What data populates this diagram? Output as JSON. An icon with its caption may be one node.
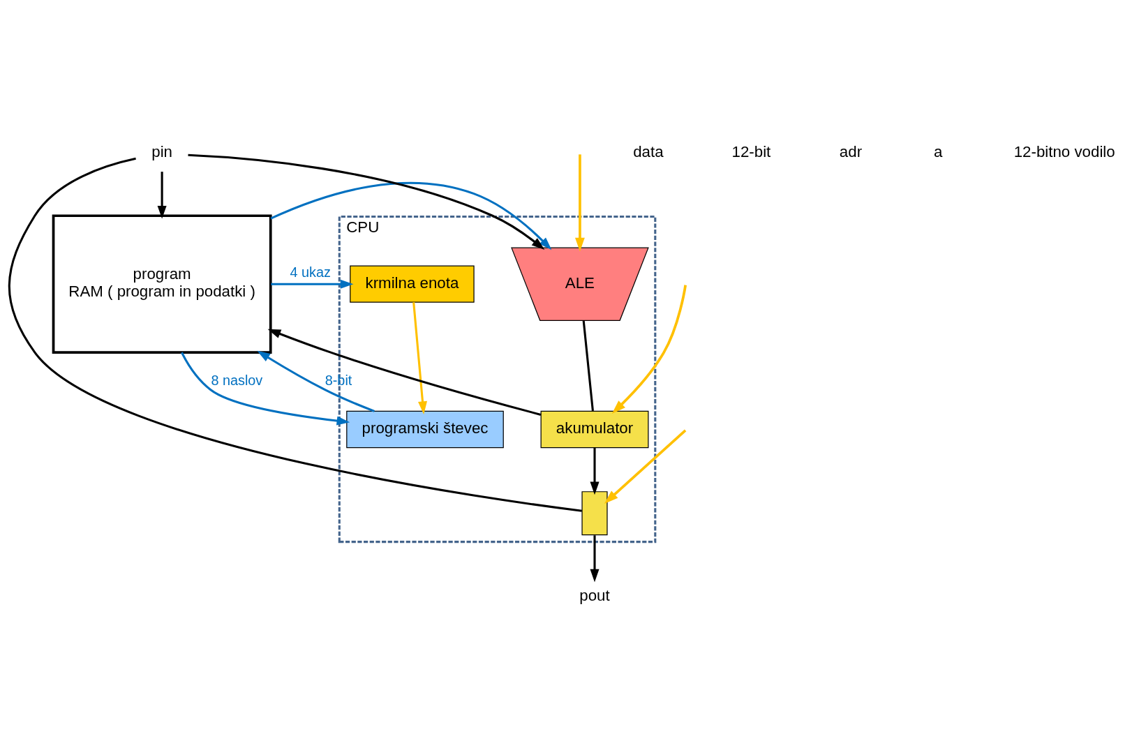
{
  "diagram": {
    "nodes": [
      {
        "text": [
          "CPU"
        ]
      },
      {
        "text": [
          "krmilna enota"
        ],
        "in": 0
      },
      {
        "text": [
          "programski števec"
        ],
        "in": 0
      },
      {
        "text": [
          "ALE"
        ],
        "in": 0
      },
      {
        "text": [
          "akumulator"
        ],
        "in": 0
      },
      {
        "text": [],
        "shape": "box",
        "in": 0
      },
      {
        "text": [
          "program",
          "RAM ( program in podatki )"
        ]
      },
      {
        "text": [
          "pin"
        ]
      },
      {
        "text": [
          "pout"
        ]
      }
    ],
    "edges": [
      {
        "from": 6,
        "to": 1,
        "arrow": "to",
        "label": "4 ukaz",
        "color": "#0070c0"
      },
      {
        "from": 6,
        "to": 2,
        "arrow": "to",
        "label": "8 naslov",
        "color": "#0070c0"
      },
      {
        "from": 6,
        "to": 3,
        "arrow": "to",
        "color": "#0070c0"
      },
      {
        "from": 2,
        "to": 6,
        "arrow": "to",
        "label": "8-bit",
        "color": "#0070c0"
      },
      {
        "from": 1,
        "to": 2,
        "arrow": "to",
        "color": "#ffc000"
      },
      {
        "from": 7,
        "to": 3,
        "arrow": "to"
      },
      {
        "from": 3,
        "to": 4,
        "arrow": "none"
      },
      {
        "from": 4,
        "to": 5,
        "arrow": "to"
      },
      {
        "from": 7,
        "to": 5,
        "arrow": "none"
      },
      {
        "from": 4,
        "to": 6,
        "arrow": "to"
      },
      {
        "from": 7,
        "to": 6,
        "arrow": "to"
      },
      {
        "from": 5,
        "to": 8,
        "arrow": "to"
      },
      {
        "from": null,
        "to": 3,
        "arrow": "to",
        "color": "#ffc000"
      },
      {
        "from": null,
        "to": 4,
        "arrow": "to",
        "color": "#ffc000"
      },
      {
        "from": null,
        "to": 5,
        "arrow": "to",
        "color": "#ffc000"
      }
    ],
    "labels": [
      "data",
      "12-bit",
      "adr",
      "a",
      "12-bitno vodilo"
    ]
  }
}
